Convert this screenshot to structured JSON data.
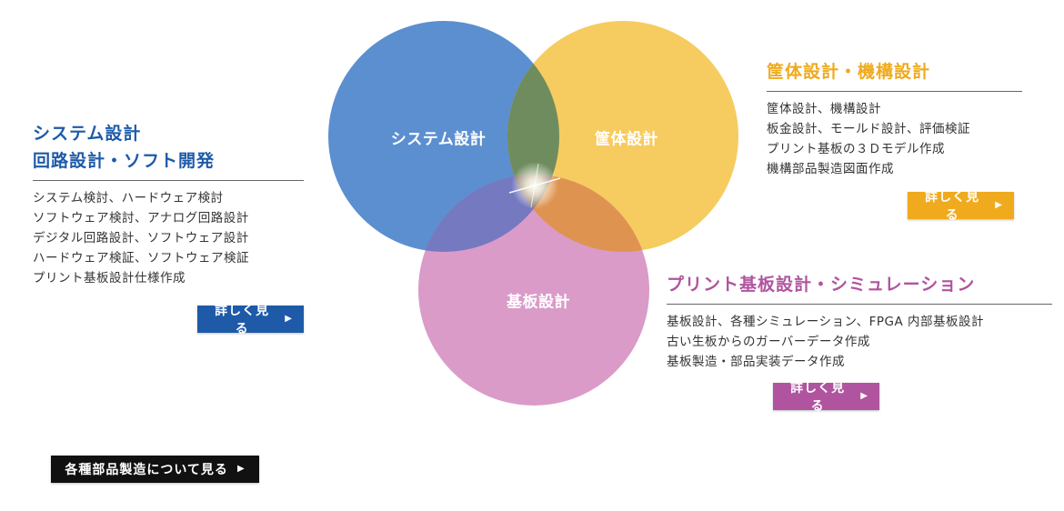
{
  "venn": {
    "system_label": "システム設計",
    "case_label": "筐体設計",
    "board_label": "基板設計",
    "colors": {
      "system": "#5b8fd0",
      "case": "#f5c752",
      "board": "#d792c4",
      "overlap": "#6f8c5f"
    }
  },
  "system_section": {
    "title_line1": "システム設計",
    "title_line2": "回路設計・ソフト開発",
    "items": [
      "システム検討、ハードウェア検討",
      "ソフトウェア検討、アナログ回路設計",
      "デジタル回路設計、ソフトウェア設計",
      "ハードウェア検証、ソフトウェア検証",
      "プリント基板設計仕様作成"
    ],
    "button_label": "詳しく見る",
    "color": "#1e5aa8"
  },
  "case_section": {
    "title": "筐体設計・機構設計",
    "items": [
      "筐体設計、機構設計",
      "板金設計、モールド設計、評価検証",
      "プリント基板の３Ｄモデル作成",
      "機構部品製造図面作成"
    ],
    "button_label": "詳しく見る",
    "color": "#efaa1d"
  },
  "board_section": {
    "title": "プリント基板設計・シミュレーション",
    "items": [
      "基板設計、各種シミュレーション、FPGA 内部基板設計",
      "古い生板からのガーバーデータ作成",
      "基板製造・部品実装データ作成"
    ],
    "button_label": "詳しく見る",
    "color": "#b0549f"
  },
  "parts_button": {
    "label": "各種部品製造について見る"
  },
  "icons": {
    "button_arrow": "play-icon"
  }
}
